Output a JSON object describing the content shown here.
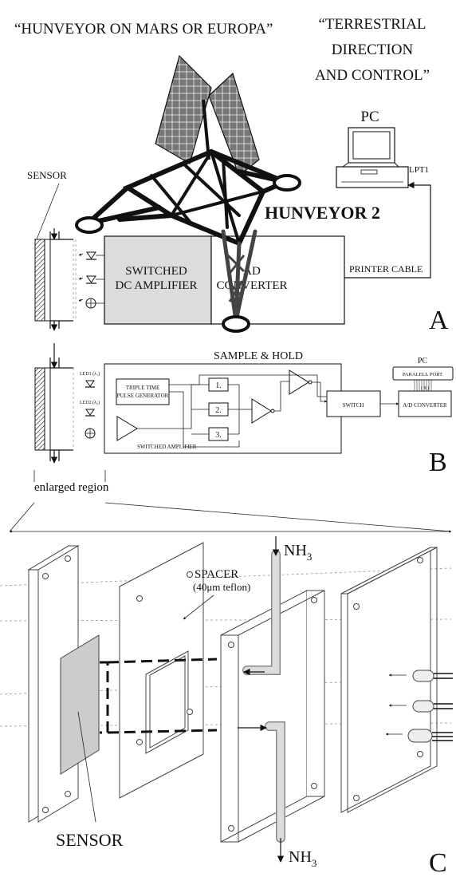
{
  "panel_a": {
    "title_left": "“HUNVEYOR ON MARS OR EUROPA”",
    "title_right_lines": [
      "“TERRESTRIAL",
      "DIRECTION",
      "AND CONTROL”"
    ],
    "pc_label": "PC",
    "lpt_label": "LPT1",
    "sensor_label": "SENSOR",
    "rover_label": "HUNVEYOR 2",
    "amplifier_lines": [
      "SWITCHED",
      "DC AMPLIFIER"
    ],
    "converter_lines": [
      "AD",
      "CONVERTER"
    ],
    "cable_label": "PRINTER CABLE",
    "panel_letter": "A"
  },
  "panel_b": {
    "sample_hold_label": "SAMPLE & HOLD",
    "pc_label": "PC",
    "port_label": "PARALELL PORT",
    "bits_label": "( 8 )",
    "led1_label": "LED1 (λ₁)",
    "led2_label": "LED2 (λ₂)",
    "pulse_lines": [
      "TRIPLE TIME",
      "PULSE GENERATOR"
    ],
    "amplifier_label": "SWITCHED AMPLIFIER",
    "hold_boxes": [
      "1.",
      "2.",
      "3."
    ],
    "switch_label": "SWITCH",
    "converter_label": "A/D CONVERTER",
    "region_label": "enlarged region",
    "panel_letter": "B"
  },
  "panel_c": {
    "spacer_label": "SPACER",
    "spacer_sub": "(40μm teflon)",
    "gas_top": "NH",
    "gas_top_sub": "3",
    "gas_bottom": "NH",
    "gas_bottom_sub": "3",
    "sensor_label": "SENSOR",
    "panel_letter": "C"
  }
}
